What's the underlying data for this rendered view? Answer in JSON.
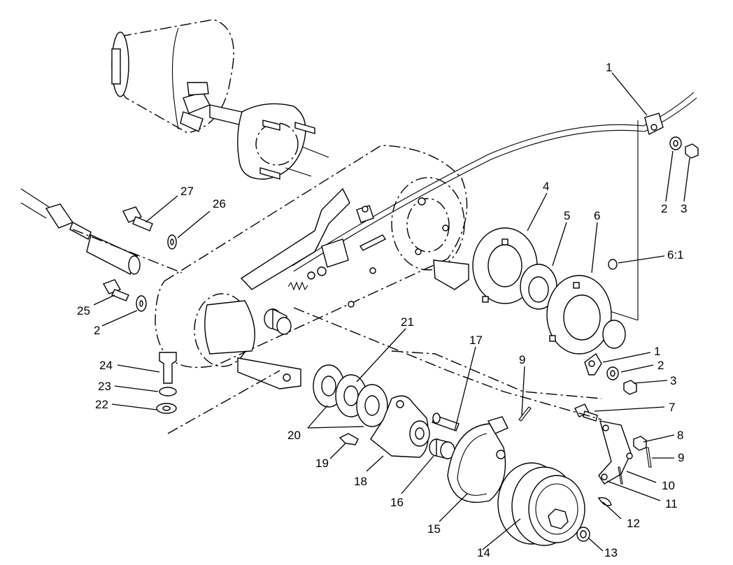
{
  "callouts": {
    "c1_top": "1",
    "c2_top": "2",
    "c3_top": "3",
    "c4": "4",
    "c5": "5",
    "c6": "6",
    "c6_1": "6:1",
    "c1_mid": "1",
    "c2_mid": "2",
    "c3_mid": "3",
    "c7": "7",
    "c8": "8",
    "c9_right": "9",
    "c9_top": "9",
    "c10": "10",
    "c11": "11",
    "c12": "12",
    "c13": "13",
    "c14": "14",
    "c15": "15",
    "c16": "16",
    "c17": "17",
    "c18": "18",
    "c19": "19",
    "c20": "20",
    "c21": "21",
    "c22": "22",
    "c23": "23",
    "c24": "24",
    "c25": "25",
    "c2_left": "2",
    "c26": "26",
    "c27": "27"
  }
}
